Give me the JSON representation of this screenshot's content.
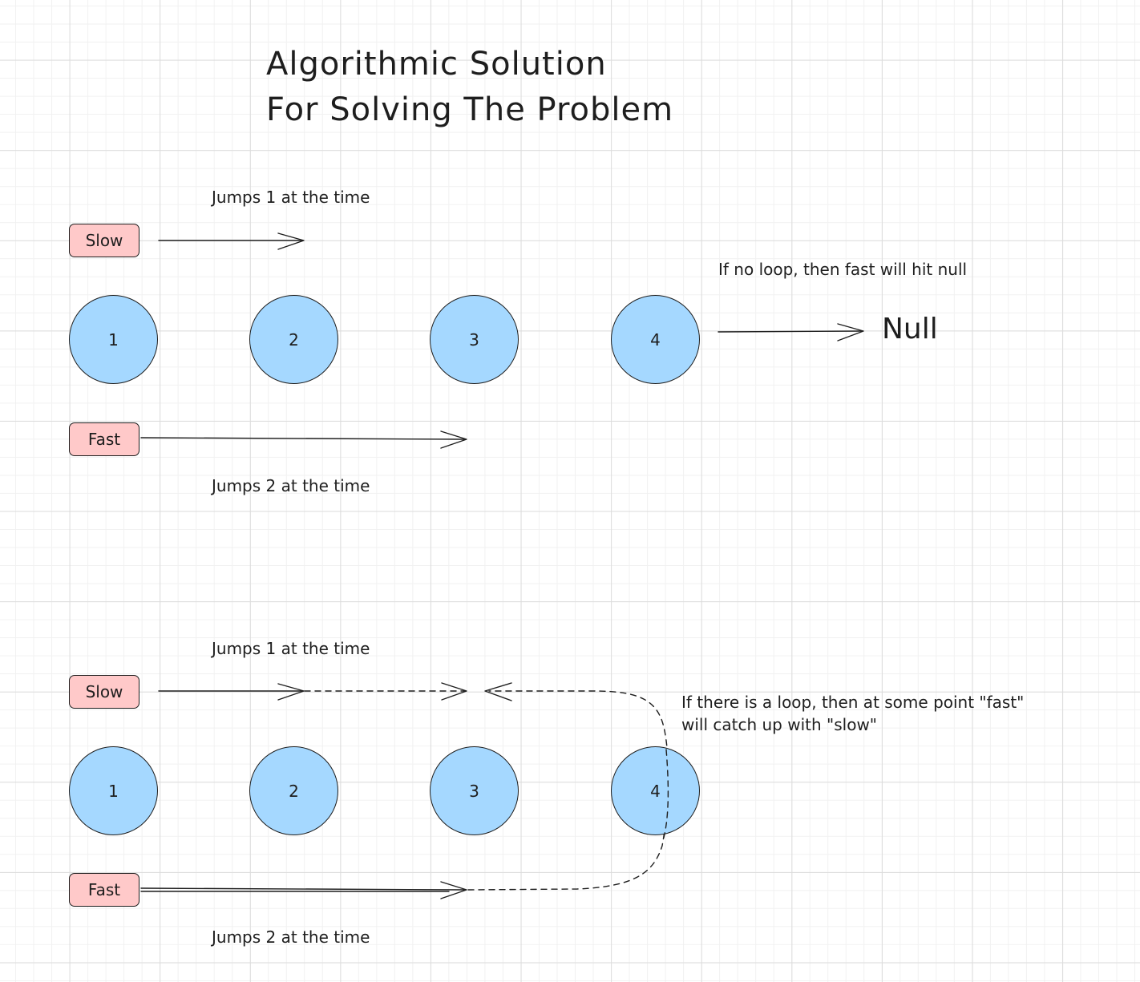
{
  "title": {
    "line1": "Algorithmic Solution",
    "line2": "For Solving The Problem"
  },
  "top_diagram": {
    "slow_label": "Slow",
    "slow_note": "Jumps 1 at the time",
    "fast_label": "Fast",
    "fast_note": "Jumps 2 at the time",
    "nodes": [
      "1",
      "2",
      "3",
      "4"
    ],
    "no_loop_note": "If no loop, then fast will hit null",
    "null_label": "Null"
  },
  "bottom_diagram": {
    "slow_label": "Slow",
    "slow_note": "Jumps 1 at the time",
    "fast_label": "Fast",
    "fast_note": "Jumps 2 at the time",
    "nodes": [
      "1",
      "2",
      "3",
      "4"
    ],
    "loop_note_line1": "If there is a loop, then at some point \"fast\"",
    "loop_note_line2": "will catch up with \"slow\""
  },
  "colors": {
    "node_fill": "#a5d8ff",
    "pointer_fill": "#ffc9c9",
    "stroke": "#1e1e1e",
    "grid": "#dcdcdc"
  }
}
